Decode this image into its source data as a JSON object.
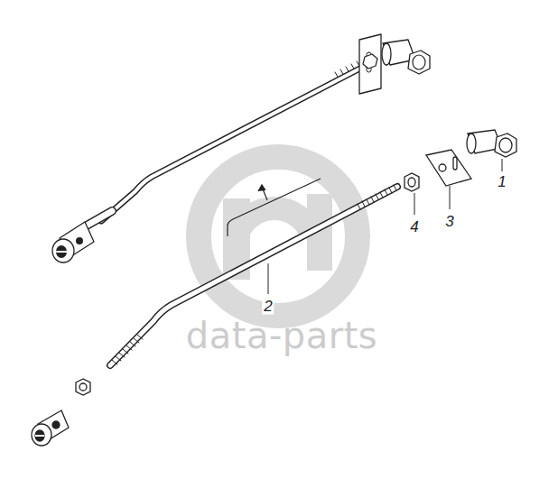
{
  "diagram": {
    "labels": [
      "1",
      "3",
      "4",
      "2",
      "data-parts"
    ]
  }
}
